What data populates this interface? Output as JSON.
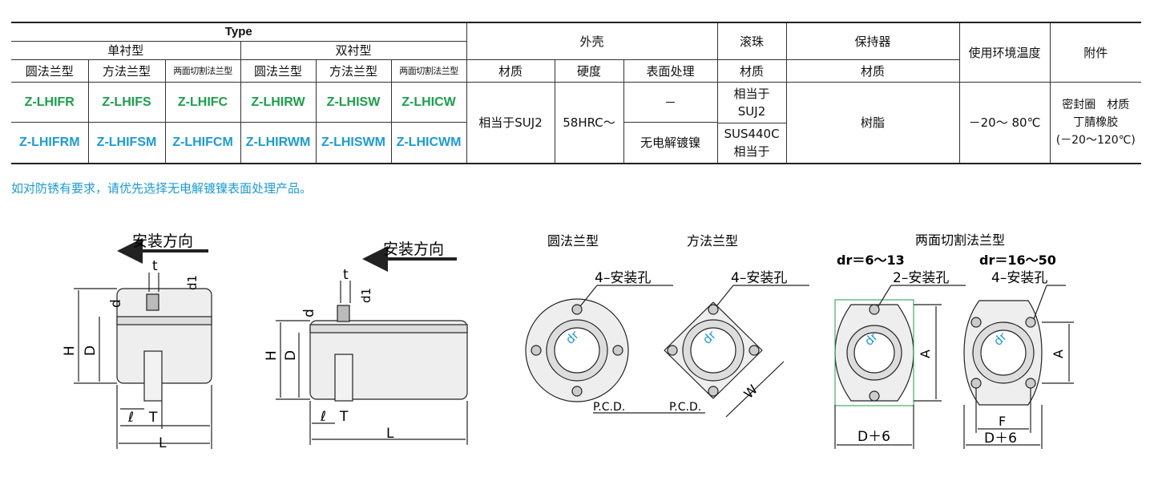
{
  "table": {
    "type_header": "Type",
    "single": "单衬型",
    "double": "双衬型",
    "shell": "外壳",
    "ball": "滚珠",
    "retainer": "保持器",
    "temperature_header": "使用环境温度",
    "accessory_header": "附件",
    "round_flange": "圆法兰型",
    "square_flange": "方法兰型",
    "two_cut_flange": "两面切割法兰型",
    "material": "材质",
    "hardness": "硬度",
    "surface": "表面处理",
    "products_green": [
      "Z-LHIFR",
      "Z-LHIFS",
      "Z-LHIFC",
      "Z-LHIRW",
      "Z-LHISW",
      "Z-LHICW"
    ],
    "products_blue": [
      "Z-LHIFRM",
      "Z-LHIFSM",
      "Z-LHIFCM",
      "Z-LHIRWM",
      "Z-LHISWM",
      "Z-LHICWM"
    ],
    "shell_material": "相当于SUJ2",
    "shell_hardness": "58HRC～",
    "surface_none": "－",
    "surface_plating": "无电解镀镍",
    "ball_material_1a": "相当于",
    "ball_material_1b": "SUJ2",
    "ball_material_2a": "SUS440C",
    "ball_material_2b": "相当于",
    "retainer_material": "树脂",
    "temperature": "－20～ 80℃",
    "accessory_1": "密封圈　材质",
    "accessory_2": "丁腈橡胶",
    "accessory_3": "(－20～120℃)"
  },
  "note": "如对防锈有要求，请优先选择无电解镀镍表面处理产品。",
  "drawings": {
    "install_direction": "安装方向",
    "t": "t",
    "d": "d",
    "d1": "d1",
    "H": "H",
    "D": "D",
    "l": "ℓ",
    "T": "T",
    "L": "L",
    "round_title": "圆法兰型",
    "square_title": "方法兰型",
    "cut_title": "两面切割法兰型",
    "four_holes": "4–安装孔",
    "two_holes": "2–安装孔",
    "pcd": "P.C.D.",
    "W": "W",
    "A": "A",
    "F": "F",
    "dr_small": "dr＝6～13",
    "dr_large": "dr＝16～50",
    "d_plus_6": "D＋6",
    "dr": "dr"
  },
  "colors": {
    "green": "#1aa04a",
    "blue": "#1b9bd7"
  }
}
